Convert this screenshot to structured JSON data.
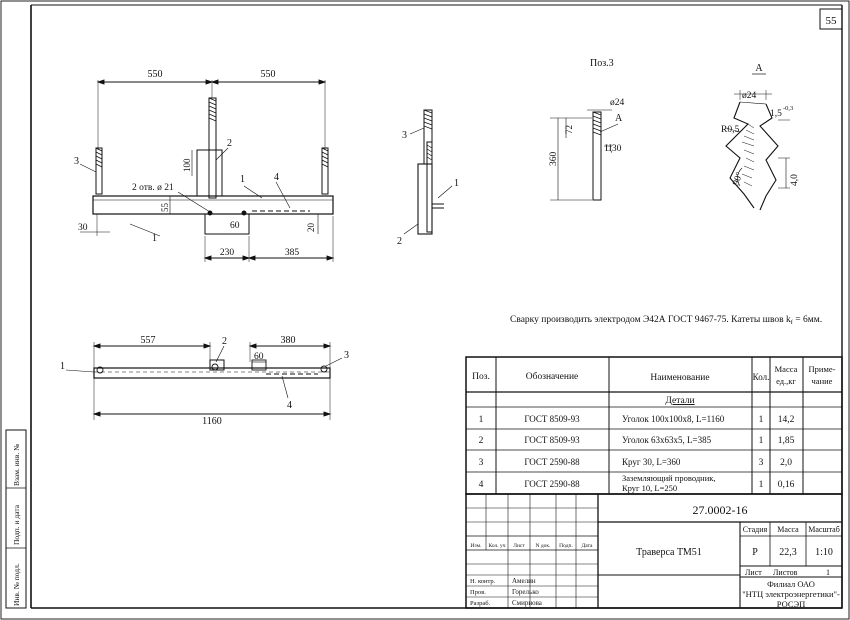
{
  "sheet": {
    "page_number": "55"
  },
  "note": "Сварку производить электродом Э42А ГОСТ 9467-75.  Катеты швов k",
  "note_sub": "f",
  "note_end": " = 6мм.",
  "views": {
    "main": {
      "dims": [
        "550",
        "550",
        "2 отв. ø 21",
        "55",
        "100",
        "30",
        "60",
        "230",
        "385",
        "20"
      ],
      "callouts": [
        "3",
        "2",
        "1",
        "4",
        "1"
      ]
    },
    "side": {
      "callouts": [
        "3",
        "1",
        "2"
      ]
    },
    "pos3": {
      "title": "Поз.3",
      "dims": [
        "ø24",
        "72",
        "360",
        "Ц30"
      ],
      "marker": "А"
    },
    "detailA": {
      "title": "А",
      "dims": [
        "ø24",
        "1,5",
        "-0,3",
        "R0,5",
        "90°",
        "4,0"
      ]
    },
    "plan": {
      "dims": [
        "557",
        "380",
        "60",
        "1160"
      ],
      "callouts": [
        "1",
        "2",
        "3",
        "4"
      ]
    }
  },
  "spec_table": {
    "headers": [
      "Поз.",
      "Обозначение",
      "Наименование",
      "Кол.",
      "Масса ед.,кг",
      "Приме-чание"
    ],
    "section": "Детали",
    "rows": [
      {
        "pos": "1",
        "designation": "ГОСТ 8509-93",
        "name": "Уголок 100х100х8, L=1160",
        "qty": "1",
        "mass": "14,2",
        "note": ""
      },
      {
        "pos": "2",
        "designation": "ГОСТ 8509-93",
        "name": "Уголок 63х63х5, L=385",
        "qty": "1",
        "mass": "1,85",
        "note": ""
      },
      {
        "pos": "3",
        "designation": "ГОСТ 2590-88",
        "name": "Круг 30, L=360",
        "qty": "3",
        "mass": "2,0",
        "note": ""
      },
      {
        "pos": "4",
        "designation": "ГОСТ 2590-88",
        "name_line1": "Заземляющий проводник,",
        "name_line2": "Круг 10,  L=250",
        "qty": "1",
        "mass": "0,16",
        "note": ""
      }
    ]
  },
  "title_block": {
    "doc_number": "27.0002-16",
    "title": "Траверса ТМ51",
    "rev_headers": [
      "Изм.",
      "Кол. уч",
      "Лист",
      "N док.",
      "Подп.",
      "Дата"
    ],
    "stage_label": "Стадия",
    "mass_label": "Масса",
    "scale_label": "Масштаб",
    "stage": "Р",
    "mass": "22,3",
    "scale": "1:10",
    "sheet_label": "Лист",
    "sheets_label": "Листов",
    "sheets": "1",
    "signers": [
      {
        "role": "Н. контр.",
        "name": "Амелин"
      },
      {
        "role": "Пров.",
        "name": "Горелько"
      },
      {
        "role": "Разраб.",
        "name": "Смирнова"
      }
    ],
    "org_line1": "Филиал ОАО",
    "org_line2": "\"НТЦ электроэнергетики\"-",
    "org_line3": "РОСЭП"
  },
  "side_stamp": {
    "cells": [
      "Инв. № подл.",
      "Подп. и дата",
      "Взам. инв. №"
    ]
  }
}
